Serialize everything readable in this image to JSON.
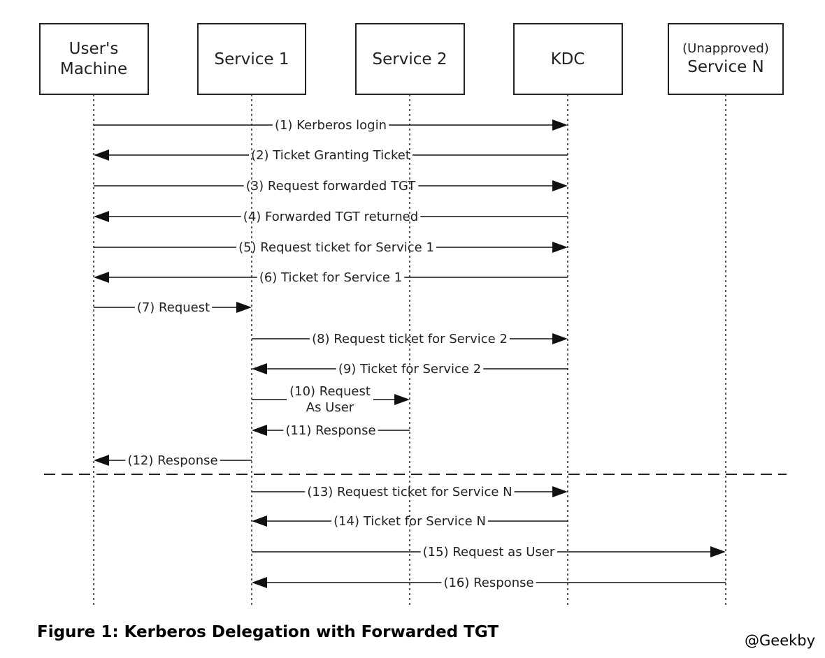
{
  "participants": [
    {
      "id": "user",
      "lines": [
        "User's",
        "Machine"
      ]
    },
    {
      "id": "svc1",
      "lines": [
        "Service 1"
      ]
    },
    {
      "id": "svc2",
      "lines": [
        "Service 2"
      ]
    },
    {
      "id": "kdc",
      "lines": [
        "KDC"
      ]
    },
    {
      "id": "svcN",
      "lines": [
        "(Unapproved)",
        "Service N"
      ]
    }
  ],
  "messages": [
    {
      "from": "user",
      "to": "kdc",
      "lines": [
        "(1) Kerberos login"
      ]
    },
    {
      "from": "kdc",
      "to": "user",
      "lines": [
        "(2) Ticket Granting Ticket"
      ]
    },
    {
      "from": "user",
      "to": "kdc",
      "lines": [
        "(3) Request forwarded TGT"
      ]
    },
    {
      "from": "kdc",
      "to": "user",
      "lines": [
        "(4) Forwarded TGT returned"
      ]
    },
    {
      "from": "user",
      "to": "kdc",
      "lines": [
        "(5) Request ticket for Service 1"
      ]
    },
    {
      "from": "kdc",
      "to": "user",
      "lines": [
        "(6) Ticket for Service 1"
      ]
    },
    {
      "from": "user",
      "to": "svc1",
      "lines": [
        "(7) Request"
      ]
    },
    {
      "from": "svc1",
      "to": "kdc",
      "lines": [
        "(8) Request ticket for Service 2"
      ]
    },
    {
      "from": "kdc",
      "to": "svc1",
      "lines": [
        "(9) Ticket for Service 2"
      ]
    },
    {
      "from": "svc1",
      "to": "svc2",
      "lines": [
        "(10) Request",
        "As User"
      ]
    },
    {
      "from": "svc2",
      "to": "svc1",
      "lines": [
        "(11) Response"
      ]
    },
    {
      "from": "svc1",
      "to": "user",
      "lines": [
        "(12) Response"
      ]
    },
    {
      "from": "svc1",
      "to": "kdc",
      "lines": [
        "(13) Request ticket for Service N"
      ]
    },
    {
      "from": "kdc",
      "to": "svc1",
      "lines": [
        "(14) Ticket for Service N"
      ]
    },
    {
      "from": "svc1",
      "to": "svcN",
      "lines": [
        "(15) Request as User"
      ]
    },
    {
      "from": "svcN",
      "to": "svc1",
      "lines": [
        "(16) Response"
      ]
    }
  ],
  "divider_after_message": 12,
  "caption": "Figure 1: Kerberos Delegation with Forwarded TGT",
  "credit": "@Geekby",
  "colors": {
    "line": "#111111",
    "text": "#222222",
    "background": "#ffffff"
  }
}
